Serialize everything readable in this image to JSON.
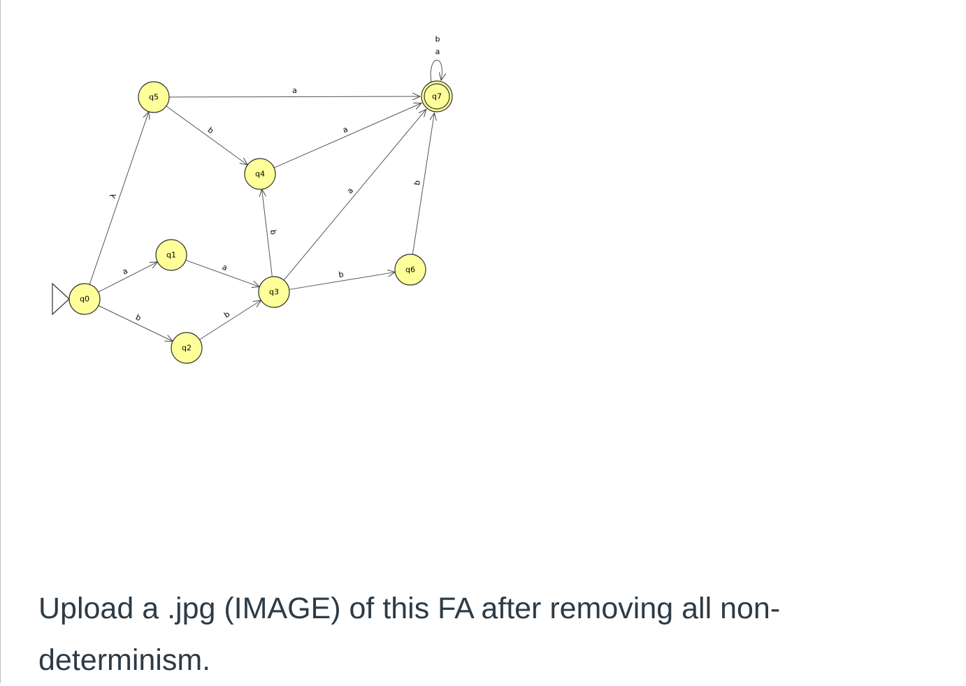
{
  "diagram": {
    "states": [
      {
        "id": "q0",
        "label": "q0",
        "initial": true,
        "final": false
      },
      {
        "id": "q1",
        "label": "q1",
        "initial": false,
        "final": false
      },
      {
        "id": "q2",
        "label": "q2",
        "initial": false,
        "final": false
      },
      {
        "id": "q3",
        "label": "q3",
        "initial": false,
        "final": false
      },
      {
        "id": "q4",
        "label": "q4",
        "initial": false,
        "final": false
      },
      {
        "id": "q5",
        "label": "q5",
        "initial": false,
        "final": false
      },
      {
        "id": "q6",
        "label": "q6",
        "initial": false,
        "final": false
      },
      {
        "id": "q7",
        "label": "q7",
        "initial": false,
        "final": true
      }
    ],
    "transitions": [
      {
        "from": "q0",
        "to": "q5",
        "label": "λ"
      },
      {
        "from": "q0",
        "to": "q1",
        "label": "a"
      },
      {
        "from": "q0",
        "to": "q2",
        "label": "b"
      },
      {
        "from": "q1",
        "to": "q3",
        "label": "a"
      },
      {
        "from": "q2",
        "to": "q3",
        "label": "b"
      },
      {
        "from": "q3",
        "to": "q4",
        "label": "b"
      },
      {
        "from": "q3",
        "to": "q6",
        "label": "b"
      },
      {
        "from": "q3",
        "to": "q7",
        "label": "a"
      },
      {
        "from": "q5",
        "to": "q7",
        "label": "a"
      },
      {
        "from": "q5",
        "to": "q4",
        "label": "b"
      },
      {
        "from": "q4",
        "to": "q7",
        "label": "a"
      },
      {
        "from": "q6",
        "to": "q7",
        "label": "b"
      },
      {
        "from": "q7",
        "to": "q7",
        "label": "a"
      },
      {
        "from": "q7",
        "to": "q7",
        "label": "b"
      }
    ]
  },
  "question": {
    "text": "Upload a .jpg (IMAGE) of this FA after removing all non-determinism."
  }
}
